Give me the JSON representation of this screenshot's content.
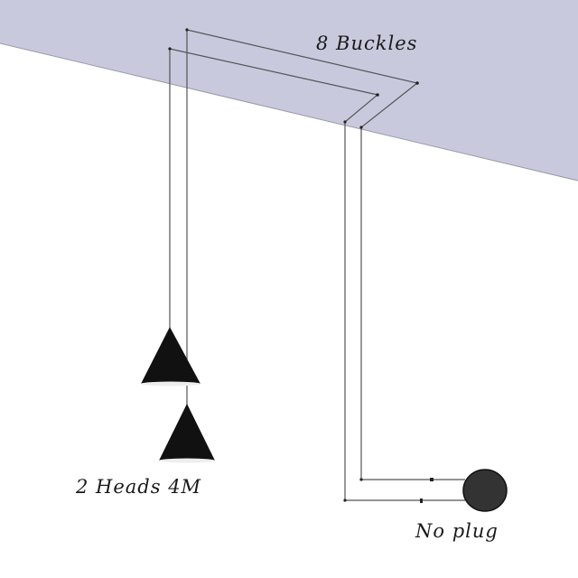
{
  "labels": {
    "buckles": "8 Buckles",
    "heads": "2 Heads 4M",
    "plug": "No plug"
  },
  "colors": {
    "ceiling": "#c9c9de",
    "wire": "#555555",
    "lamp": "#111111",
    "plug": "#333333"
  }
}
